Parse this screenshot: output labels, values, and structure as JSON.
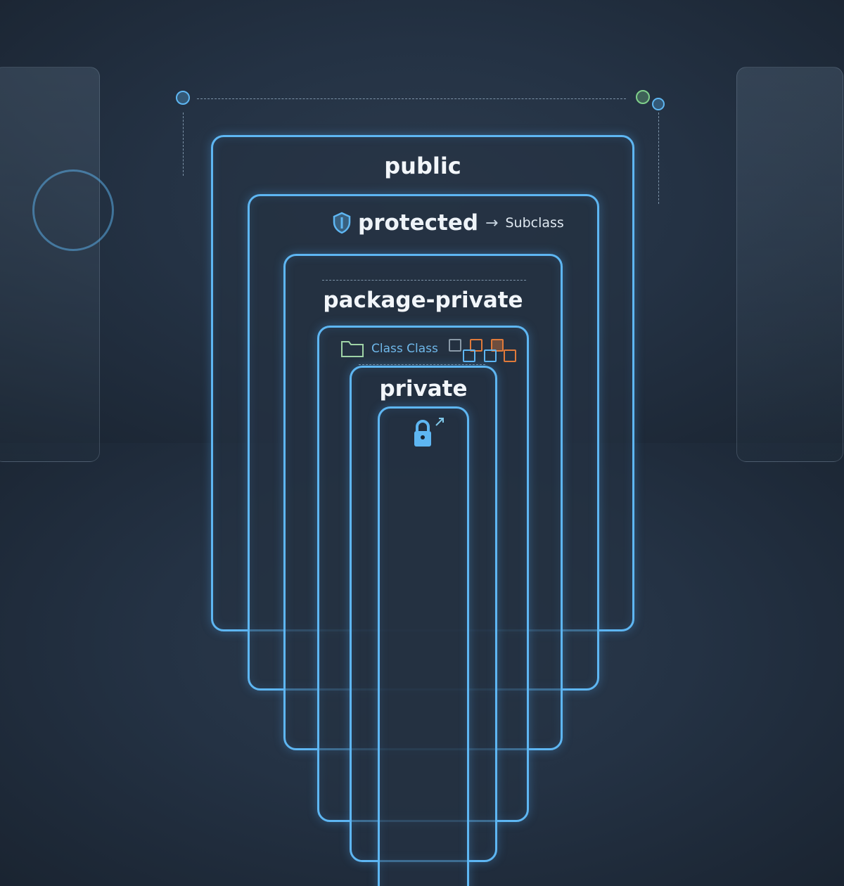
{
  "levels": {
    "public": "public",
    "protected": "protected",
    "protected_arrow": "→",
    "protected_target": "Subclass",
    "package_private": "package-private",
    "class_label": "Class Class",
    "private": "private"
  },
  "colors": {
    "border": "#5eb6f2",
    "background": "#243244",
    "accent_orange": "#e07a3a",
    "accent_green": "#7fcf8a"
  }
}
